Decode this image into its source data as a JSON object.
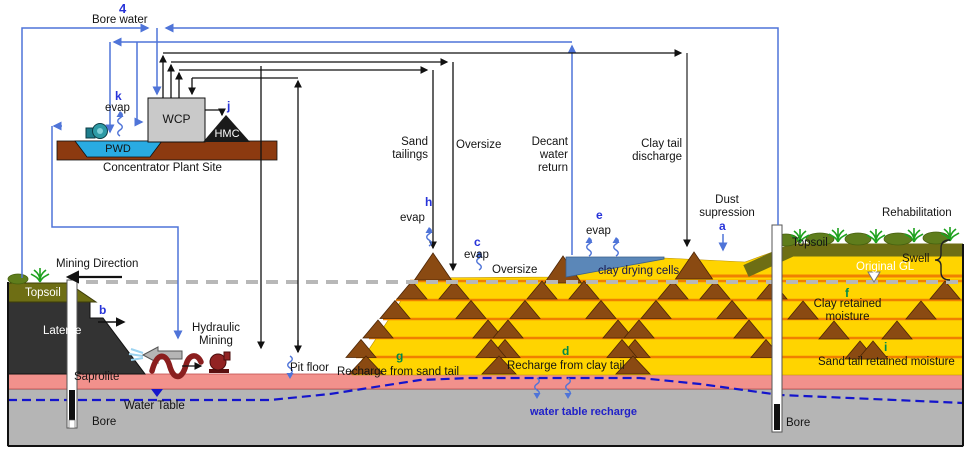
{
  "labels": {
    "four": "4",
    "bore_water": "Bore water",
    "k": "k",
    "evap_k": "evap",
    "wcp": "WCP",
    "hmc": "HMC",
    "j": "j",
    "pwd": "PWD",
    "site": "Concentrator Plant Site",
    "sand_tailings": "Sand tailings",
    "oversize_top": "Oversize",
    "decant_return": "Decant water return",
    "clay_discharge": "Clay tail discharge",
    "h": "h",
    "evap_h": "evap",
    "c": "c",
    "evap_c": "evap",
    "e": "e",
    "evap_e": "evap",
    "dust": "Dust supression",
    "a": "a",
    "rehabilitation": "Rehabilitation",
    "topsoil_right": "Topsoil",
    "swell": "Swell",
    "original_gl": "Original GL",
    "mining_direction": "Mining Direction",
    "topsoil_left": "Topsoil",
    "laterite": "Laterite",
    "b": "b",
    "hydraulic_mining": "Hydraulic Mining",
    "pit_floor": "Pit floor",
    "g": "g",
    "recharge_sand": "Recharge from sand tail",
    "d": "d",
    "recharge_clay": "Recharge from clay tail",
    "oversize_mid": "Oversize",
    "clay_cells": "clay drying cells",
    "f": "f",
    "clay_moisture": "Clay retained moisture",
    "i": "i",
    "sand_moisture": "Sand tail retained moisture",
    "saprolite": "Saprolite",
    "water_table": "Water Table",
    "wt_recharge": "water table recharge",
    "bore_left": "Bore",
    "bore_right": "Bore"
  },
  "colors": {
    "line_blue": "#4f74d8",
    "letter_blue": "#2733d9",
    "letter_green": "#008a4a",
    "yellow": "#ffd400",
    "orange": "#f08000",
    "brown": "#8a4a12",
    "brown_edge": "#4d2606",
    "topsoil_olive": "#6e6e14",
    "laterite_black": "#333333",
    "saprolite_pink": "#f2918c",
    "substrate_gray": "#b5b5b5",
    "pond_blue": "#5b87b8",
    "pwd_cyan": "#29abe2",
    "platform_brown": "#8c3a10",
    "wcp_gray": "#c9c9c9",
    "water_table_blue": "#1414cc",
    "veg_green": "#1ea21e",
    "shrub_olive": "#5f7d1c",
    "gl_dash_gray": "#b8b8b8"
  }
}
